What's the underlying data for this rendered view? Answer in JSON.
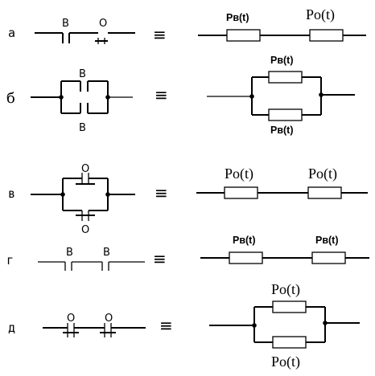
{
  "rows": {
    "a": {
      "label": "а",
      "contact_left": "В",
      "contact_right": "О",
      "equiv": "≡",
      "res_left": "Pв(t)",
      "res_right": "Pо(t)"
    },
    "b": {
      "label": "б",
      "contact_top": "В",
      "contact_bottom": "В",
      "equiv": "≡",
      "res_top": "Pв(t)",
      "res_bottom": "Pв(t)"
    },
    "v": {
      "label": "в",
      "contact_top": "О",
      "contact_bottom": "О",
      "equiv": "≡",
      "res_left": "Pо(t)",
      "res_right": "Pо(t)"
    },
    "g": {
      "label": "г",
      "contact_left": "В",
      "contact_right": "В",
      "equiv": "≡",
      "res_left": "Pв(t)",
      "res_right": "Pв(t)"
    },
    "d": {
      "label": "д",
      "contact_left": "О",
      "contact_right": "О",
      "equiv": "≡",
      "res_top": "Pо(t)",
      "res_bottom": "Pо(t)"
    }
  }
}
